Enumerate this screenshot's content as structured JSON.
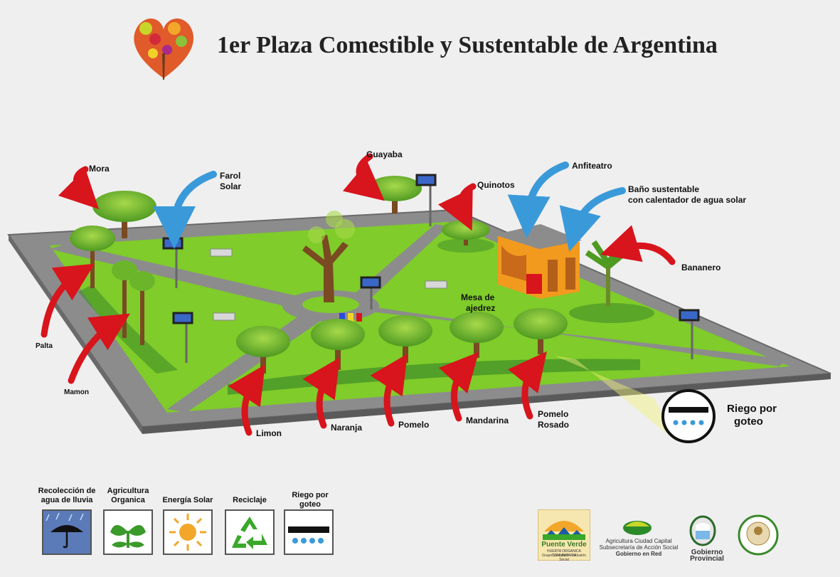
{
  "title": "1er Plaza Comestible y Sustentable de Argentina",
  "labels": {
    "mora": "Mora",
    "farol_solar_1": "Farol",
    "farol_solar_2": "Solar",
    "guayaba": "Guayaba",
    "quinotos": "Quinotos",
    "anfiteatro": "Anfiteatro",
    "bano_1": "Baño sustentable",
    "bano_2": "con calentador de agua solar",
    "bananero": "Bananero",
    "palta": "Palta",
    "mamon": "Mamon",
    "mesa_1": "Mesa de",
    "mesa_2": "ajedrez",
    "limon": "Limon",
    "naranja": "Naranja",
    "pomelo": "Pomelo",
    "mandarina": "Mandarina",
    "pomelo_rosado_1": "Pomelo",
    "pomelo_rosado_2": "Rosado",
    "riego_1": "Riego por",
    "riego_2": "goteo"
  },
  "legend": [
    {
      "line1": "Recolección de",
      "line2": "agua de lluvia",
      "icon": "umbrella-rain-icon"
    },
    {
      "line1": "Agricultura",
      "line2": "Organica",
      "icon": "sprout-icon"
    },
    {
      "line1": "Energía Solar",
      "line2": "",
      "icon": "sun-icon"
    },
    {
      "line1": "Reciclaje",
      "line2": "",
      "icon": "recycle-icon"
    },
    {
      "line1": "Riego por",
      "line2": "goteo",
      "icon": "drip-irrigation-icon"
    }
  ],
  "logos": {
    "puente_verde": {
      "name": "Puente Verde",
      "sub": "HUERTA ORGANICA COMUNITARIA",
      "sub2": "Grupo Voluntario · Inclusión Social"
    },
    "agricultura": {
      "line1": "Agricultura Ciudad Capital",
      "line2": "Subsecretaría de Acción Social",
      "line3": "Gobierno en Red"
    },
    "gobierno": {
      "name": "Gobierno Provincial"
    },
    "seal": {
      "name": ""
    }
  },
  "colors": {
    "grass": "#7fcc2a",
    "path": "#8c8c8c",
    "arrow_red": "#d8141c",
    "arrow_blue": "#3a9ad9",
    "building": "#f29a1e"
  }
}
